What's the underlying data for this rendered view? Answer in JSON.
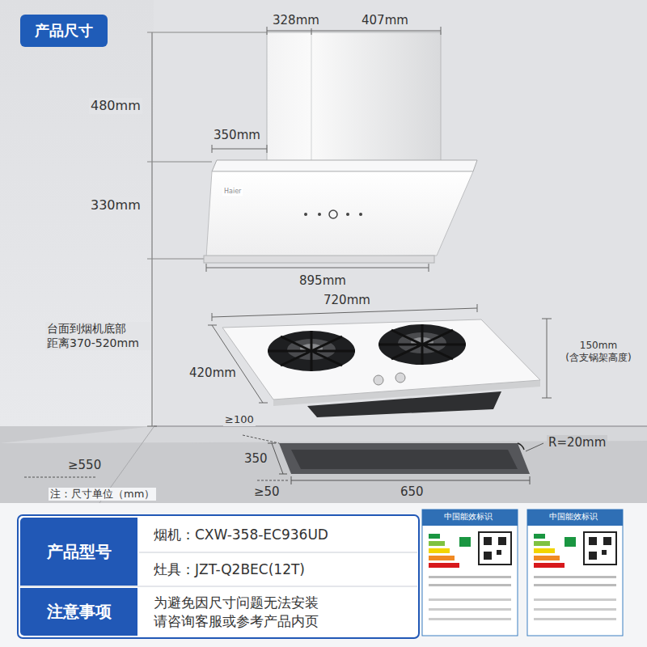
{
  "diagram": {
    "title": "产品尺寸",
    "nodes": [
      {
        "text": [
          "产品型号"
        ]
      },
      {
        "text": [
          "烟机：CXW-358-EC936UD"
        ]
      },
      {
        "text": [
          "灶具：JZT-Q2BEC(12T)"
        ]
      },
      {
        "text": [
          "注意事项"
        ]
      },
      {
        "text": [
          "为避免因尺寸问题无法安装 请咨询客服或参考产品内页"
        ]
      }
    ],
    "labels": [
      "328mm",
      "407mm",
      "480mm",
      "350mm",
      "330mm",
      "895mm",
      "台面到烟机底部 距离370-520mm",
      "720mm",
      "420mm",
      "150mm (含支锅架高度)",
      "≥100",
      "R=20mm",
      "≥550",
      "350",
      "≥50",
      "650",
      "注：尺寸单位（mm）",
      "中国能效标识",
      "中国能效标识",
      "Haier"
    ]
  }
}
